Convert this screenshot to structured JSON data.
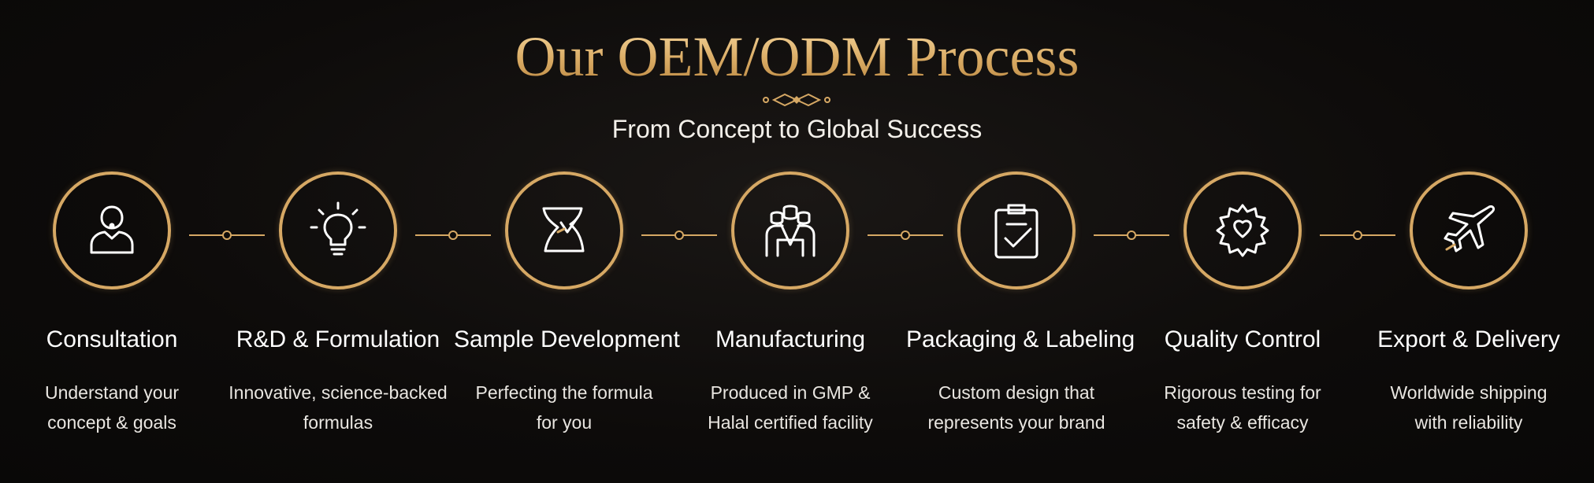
{
  "title": "Our OEM/ODM Process",
  "subtitle": "From Concept to Global Success",
  "accent_color": "#d6a864",
  "steps": [
    {
      "title": "Consultation",
      "icon": "consultant-person-icon",
      "desc": [
        "Understand your",
        "concept & goals"
      ]
    },
    {
      "title": "R&D & Formulation",
      "icon": "lightbulb-icon",
      "desc": [
        "Innovative, science-backed",
        "formulas"
      ]
    },
    {
      "title": "Sample Development",
      "icon": "sample-beaker-icon",
      "desc": [
        "Perfecting the formula",
        "for you"
      ]
    },
    {
      "title": "Manufacturing",
      "icon": "factory-workers-icon",
      "desc": [
        "Produced in GMP &",
        "Halal certified facility"
      ]
    },
    {
      "title": "Packaging & Labeling",
      "icon": "clipboard-check-icon",
      "desc": [
        "Custom design that",
        "represents your brand"
      ]
    },
    {
      "title": "Quality Control",
      "icon": "quality-seal-icon",
      "desc": [
        "Rigorous testing for",
        "safety & efficacy"
      ]
    },
    {
      "title": "Export & Delivery",
      "icon": "airplane-icon",
      "desc": [
        "Worldwide shipping",
        "with reliability"
      ]
    }
  ]
}
